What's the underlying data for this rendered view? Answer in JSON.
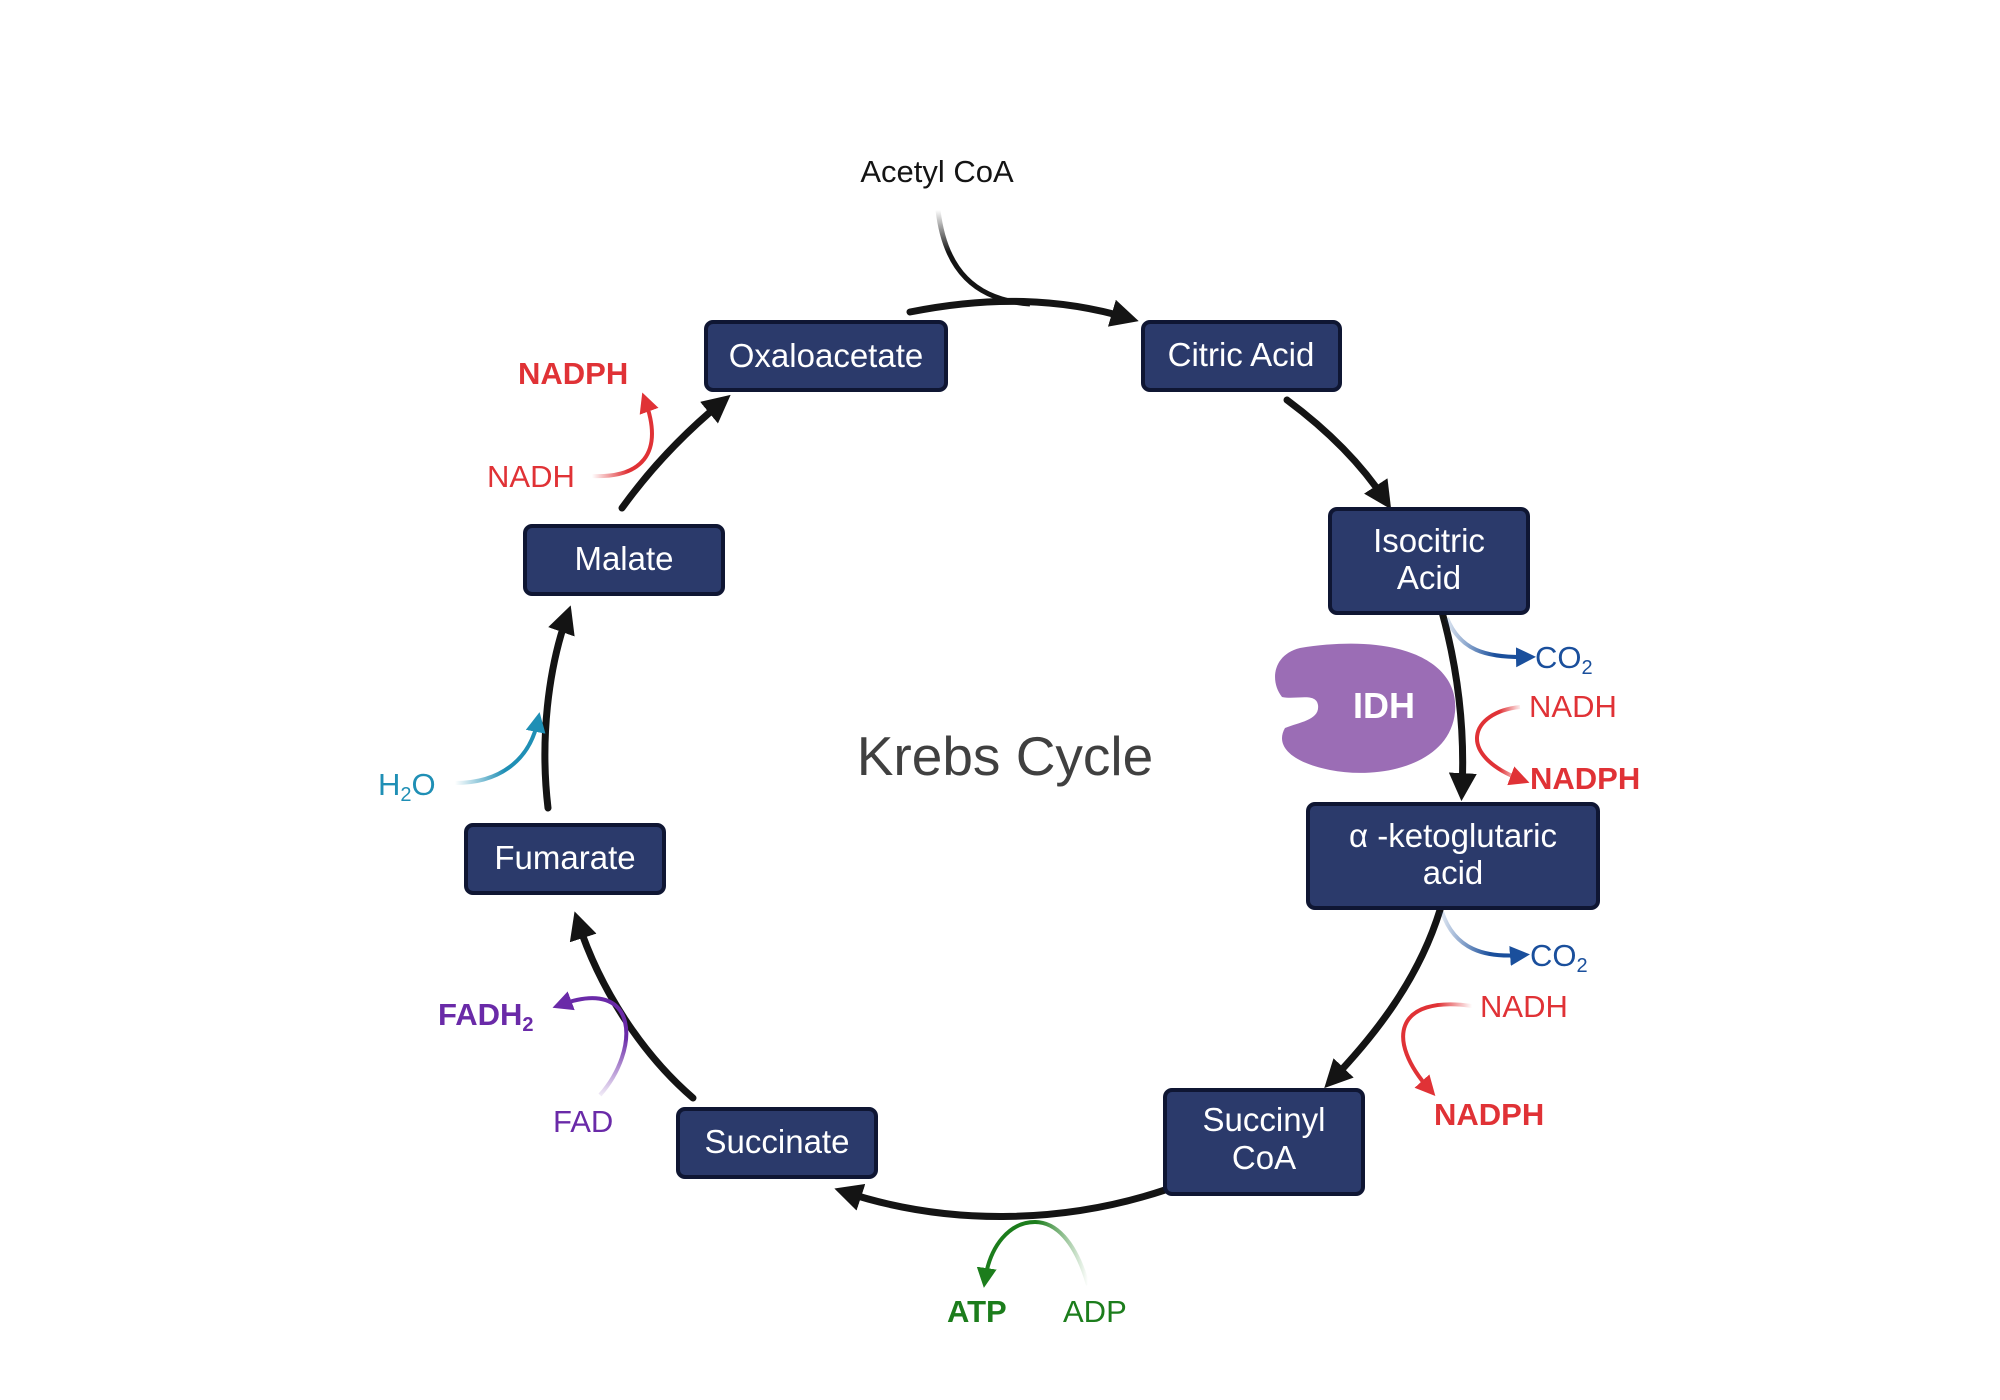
{
  "title": "Krebs Cycle",
  "colors": {
    "node_fill": "#2b3a6b",
    "node_border": "#0f1633",
    "arrow": "#141414",
    "red": "#e03236",
    "blue": "#1a4f9c",
    "teal": "#1f8fb5",
    "purple": "#6a2aa8",
    "green": "#1c7d1c",
    "enzyme": "#9b6db5"
  },
  "input": {
    "acetyl_coa": "Acetyl CoA"
  },
  "nodes": {
    "oxaloacetate": "Oxaloacetate",
    "citric_acid": "Citric Acid",
    "isocitric_line1": "Isocitric",
    "isocitric_line2": "Acid",
    "aketo_line1": "α -ketoglutaric",
    "aketo_line2": "acid",
    "succinyl_line1": "Succinyl",
    "succinyl_line2": "CoA",
    "succinate": "Succinate",
    "fumarate": "Fumarate",
    "malate": "Malate"
  },
  "enzyme": {
    "label": "IDH",
    "icon": "enzyme-blob-icon"
  },
  "side": {
    "co2_a_main": "CO",
    "co2_a_sub": "2",
    "nadh_a": "NADH",
    "nadph_a": "NADPH",
    "co2_b_main": "CO",
    "co2_b_sub": "2",
    "nadh_b": "NADH",
    "nadph_b": "NADPH",
    "adp": "ADP",
    "atp": "ATP",
    "fad": "FAD",
    "fadh2_main": "FADH",
    "fadh2_sub": "2",
    "h2o_h": "H",
    "h2o_sub": "2",
    "h2o_o": "O",
    "nadh_c": "NADH",
    "nadph_c": "NADPH"
  }
}
